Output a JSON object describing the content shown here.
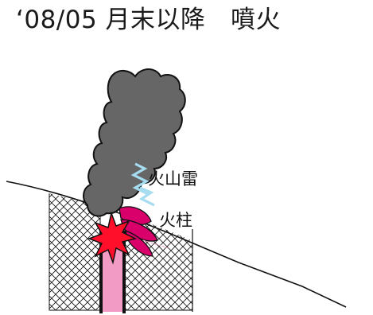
{
  "title": "‘08/05 月末以降　噴火",
  "labels": {
    "lightning": "火山雷",
    "eruption_column": "火柱"
  },
  "colors": {
    "plume": "#666666",
    "magenta": "#d9006c",
    "conduit": "#f29bc4",
    "burst": "#ff0f2a",
    "lightning": "#a6dcf0",
    "line": "#111111"
  }
}
